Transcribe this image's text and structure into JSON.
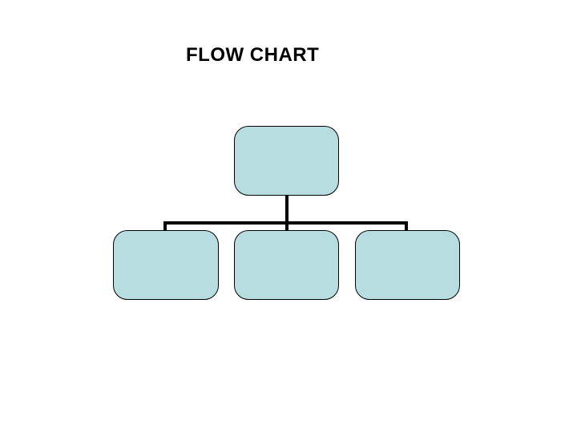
{
  "page": {
    "background": "#ffffff",
    "title": "FLOW CHART",
    "title_color": "#000000"
  },
  "diagram": {
    "type": "flowchart",
    "node_fill": "#b8dde1",
    "node_border_color": "#000000",
    "connector_color": "#000000",
    "nodes": [
      {
        "id": "root",
        "label": ""
      },
      {
        "id": "child-1",
        "label": ""
      },
      {
        "id": "child-2",
        "label": ""
      },
      {
        "id": "child-3",
        "label": ""
      }
    ],
    "edges": [
      {
        "from": "root",
        "to": "child-1"
      },
      {
        "from": "root",
        "to": "child-2"
      },
      {
        "from": "root",
        "to": "child-3"
      }
    ]
  }
}
